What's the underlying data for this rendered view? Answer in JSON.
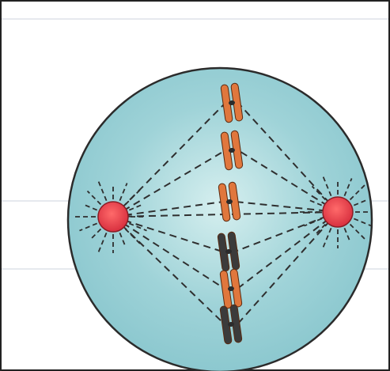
{
  "colors": {
    "page_background": "#ffffff",
    "cell_fill": "#9fd3d8",
    "cell_fill_light": "#d6efef",
    "cell_outline": "#2b2b2b",
    "centrosome": "#d8303f",
    "chromosome_orange": "#e0773d",
    "chromosome_dark": "#3b3b3b",
    "spindle_fiber": "#2f2f2f",
    "frame": "#222222"
  },
  "diagram": {
    "subject": "metaphase-cell",
    "icons": {
      "cell": "cell-membrane-icon",
      "centrosome": "centrosome-icon",
      "chromosome": "chromosome-icon"
    },
    "chromosomes": [
      {
        "color": "orange"
      },
      {
        "color": "orange"
      },
      {
        "color": "orange"
      },
      {
        "color": "dark"
      },
      {
        "color": "orange"
      },
      {
        "color": "dark"
      }
    ]
  }
}
